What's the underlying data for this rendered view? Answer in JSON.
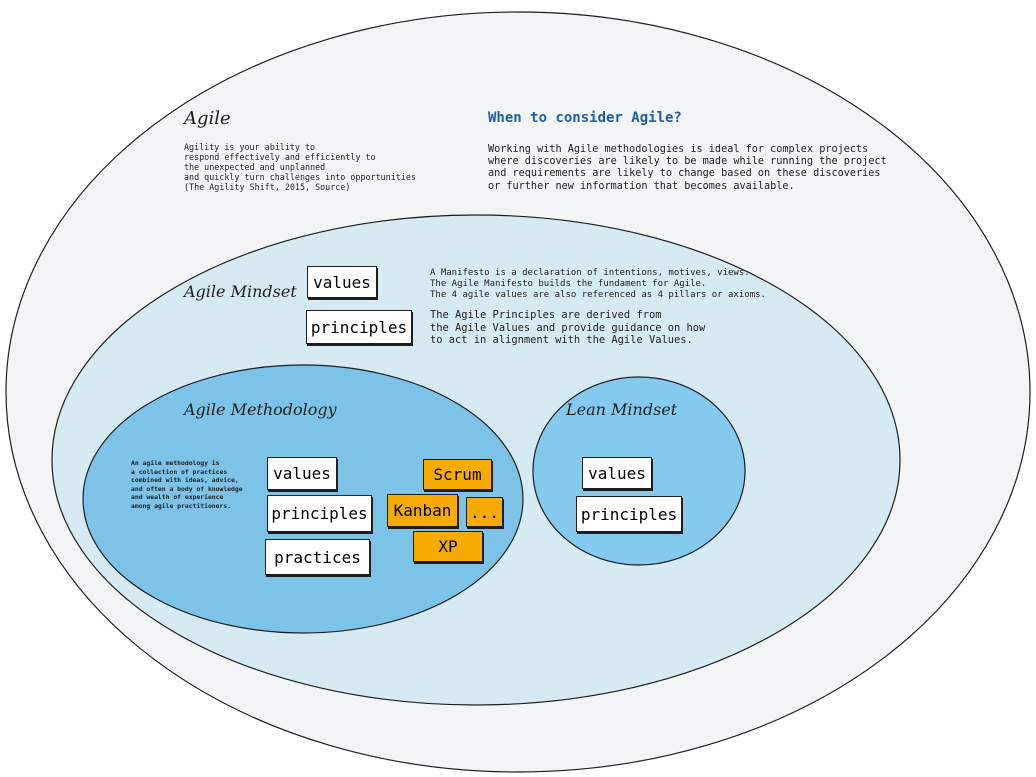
{
  "agile": {
    "title": "Agile",
    "text": "Agility is your ability to\nrespond effectively and efficiently to\nthe unexpected and unplanned\nand quickly turn challenges into opportunities\n(The Agility Shift, 2015, Source)"
  },
  "when": {
    "title": "When to consider Agile?",
    "text": "Working with Agile methodologies is ideal for complex projects\nwhere discoveries are likely to be made while running the project\nand requirements are likely to change based on these discoveries\nor further new information that becomes available."
  },
  "mindset": {
    "title": "Agile Mindset",
    "values": "values",
    "principles": "principles",
    "manifesto": "A Manifesto is a declaration of intentions, motives, views.\nThe Agile Manifesto builds the fundament for Agile.\nThe 4 agile values are also referenced as 4 pillars or axioms.",
    "principles_text": "The Agile Principles are derived from\nthe Agile Values and provide guidance on how\nto act in alignment with the Agile Values."
  },
  "methodology": {
    "title": "Agile Methodology",
    "text": "An agile methodology is\na collection of practices\ncombined with ideas, advice,\nand often a body of knowledge\nand wealth of experience\namong agile practitioners.",
    "values": "values",
    "principles": "principles",
    "practices": "practices",
    "frameworks": [
      "Scrum",
      "Kanban",
      "...",
      "XP"
    ]
  },
  "lean": {
    "title": "Lean Mindset",
    "values": "values",
    "principles": "principles"
  },
  "colors": {
    "outer": "#f3f4f6",
    "mindset": "#d6eaf4",
    "methodology": "#7dc3e8",
    "lean": "#84caef",
    "framework": "#f7ab00",
    "heading": "#1c5fa8"
  }
}
